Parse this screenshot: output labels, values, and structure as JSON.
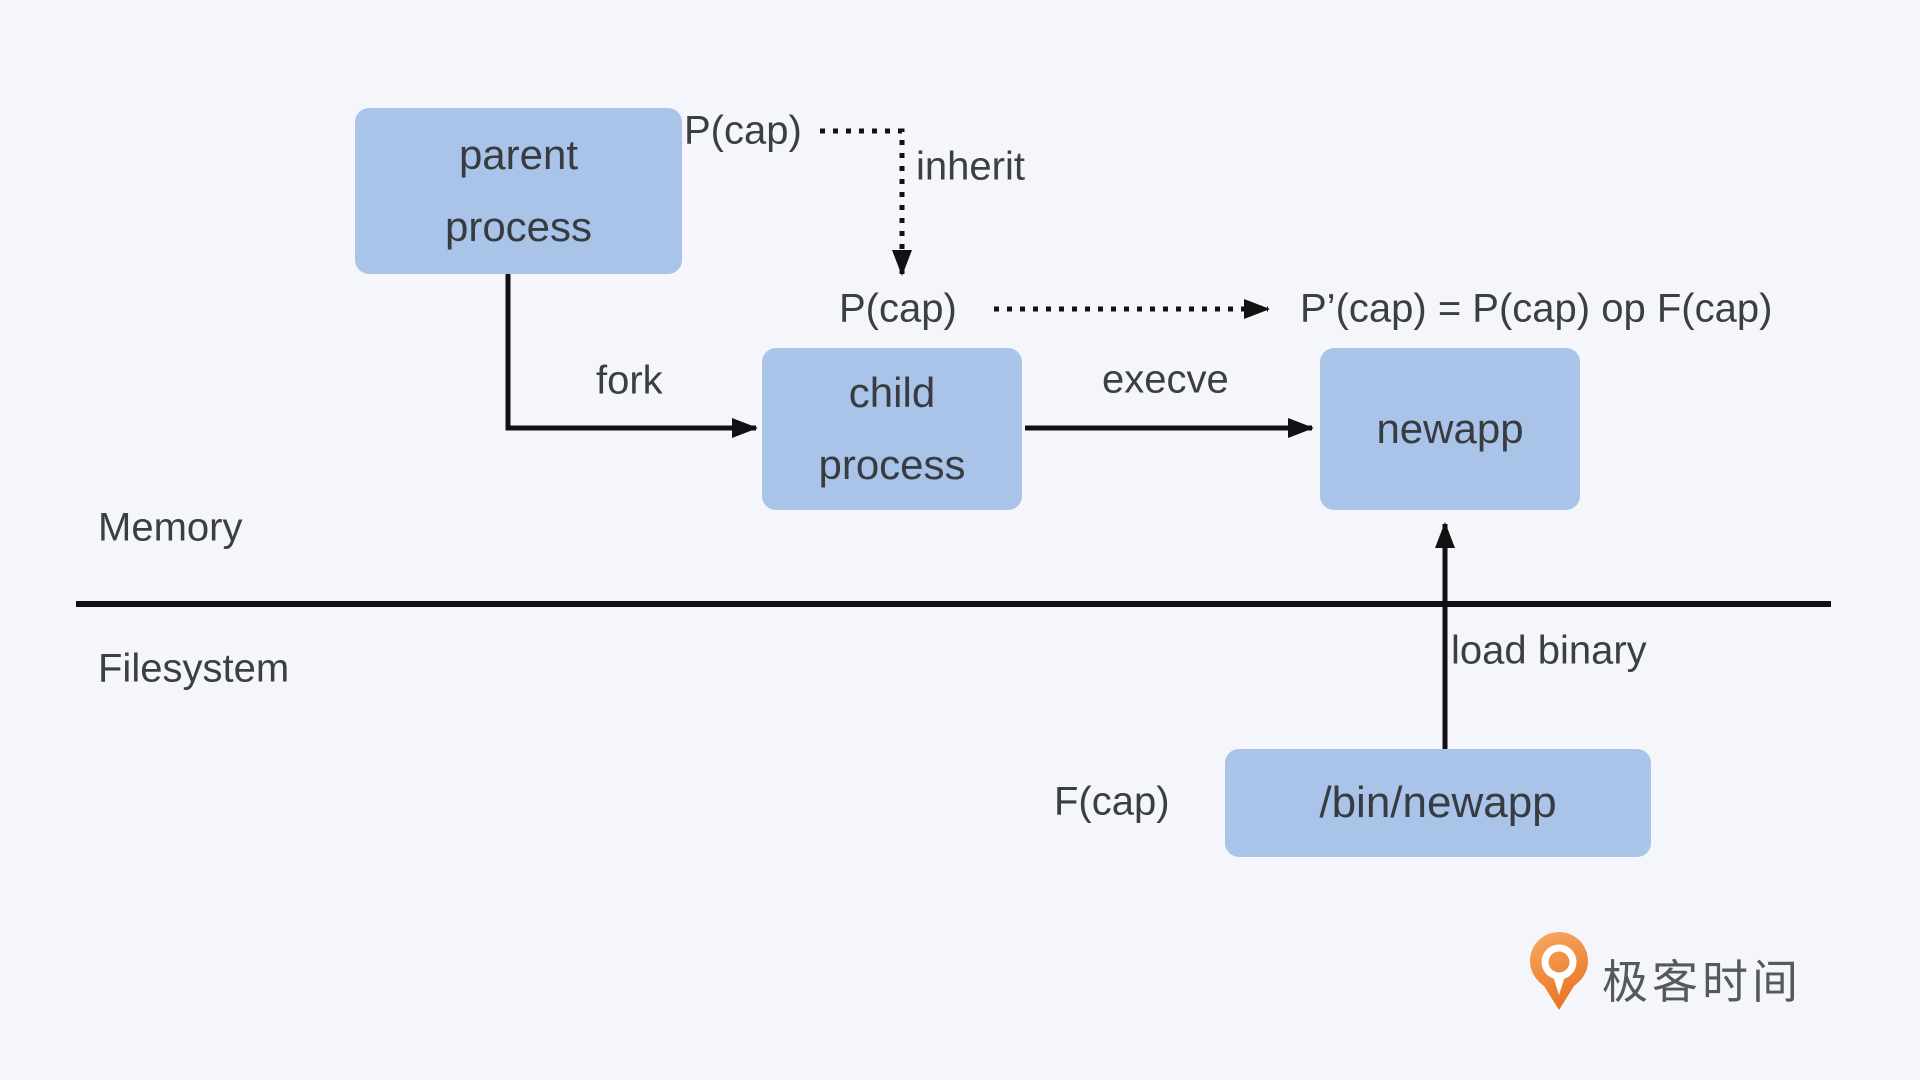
{
  "colors": {
    "background": "#f4f6fb",
    "box_fill": "#a9c4e8",
    "text": "#3b3e43",
    "line": "#111111",
    "logo_text_color": "#55585e",
    "logo_orange_light": "#f8ab62",
    "logo_orange_dark": "#ea7526"
  },
  "regions": {
    "memory": "Memory",
    "filesystem": "Filesystem"
  },
  "nodes": {
    "parent_process": {
      "line1": "parent",
      "line2": "process"
    },
    "child_process": {
      "line1": "child",
      "line2": "process"
    },
    "newapp": {
      "label": "newapp"
    },
    "bin_newapp": {
      "label": "/bin/newapp"
    }
  },
  "caps": {
    "parent": "P(cap)",
    "child": "P(cap)",
    "formula": "P’(cap) = P(cap) op F(cap)",
    "file": "F(cap)"
  },
  "edges": {
    "fork": "fork",
    "execve": "execve",
    "inherit": "inherit",
    "load_binary": "load binary"
  },
  "logo": {
    "text": "极客时间"
  }
}
